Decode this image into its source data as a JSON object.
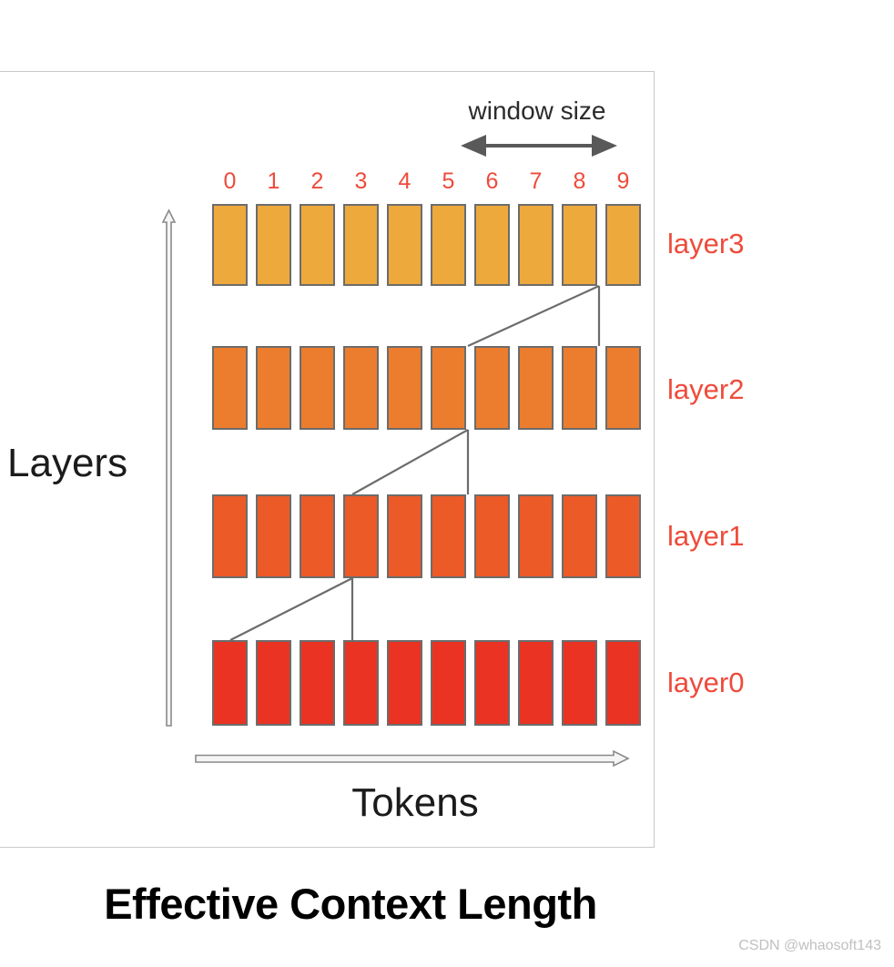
{
  "title": "Effective Context Length",
  "watermark": "CSDN @whaosoft143",
  "axes": {
    "y_caption": "Layers",
    "x_caption": "Tokens",
    "y_arrow_icon": "up-arrow-icon",
    "x_arrow_icon": "right-arrow-icon"
  },
  "annotation": {
    "window_label": "window size",
    "window_arrow_icon": "double-headed-arrow-icon",
    "window_start_token": 6,
    "window_end_token": 9,
    "window_size": 4
  },
  "tokens": [
    "0",
    "1",
    "2",
    "3",
    "4",
    "5",
    "6",
    "7",
    "8",
    "9"
  ],
  "layers": [
    {
      "id": "layer3",
      "label": "layer3",
      "color": "#EDA93C",
      "border": "#6c6c6c",
      "cells": 10
    },
    {
      "id": "layer2",
      "label": "layer2",
      "color": "#EC7D2E",
      "border": "#6c6c6c",
      "cells": 10
    },
    {
      "id": "layer1",
      "label": "layer1",
      "color": "#EC5A28",
      "border": "#6c6c6c",
      "cells": 10
    },
    {
      "id": "layer0",
      "label": "layer0",
      "color": "#EA3323",
      "border": "#6c6c6c",
      "cells": 10
    }
  ],
  "colors": {
    "label_red": "#EE4B3B",
    "panel_border": "#c9c9cd",
    "connector": "#6c6c6c",
    "arrow_outline": "#7a7a7a",
    "arrow_fill": "#f2f2f2",
    "window_arrow": "#595959",
    "text_dark": "#1b1b1b",
    "watermark": "#c0c0c0"
  },
  "chart_data": {
    "type": "diagram",
    "title": "Effective Context Length",
    "description": "Sliding-window attention receptive field growing across stacked layers",
    "xlabel": "Tokens",
    "ylabel": "Layers",
    "categories": [
      "0",
      "1",
      "2",
      "3",
      "4",
      "5",
      "6",
      "7",
      "8",
      "9"
    ],
    "series": [
      {
        "name": "layer0",
        "values": [
          1,
          1,
          1,
          1,
          1,
          1,
          1,
          1,
          1,
          1
        ],
        "color": "#EA3323"
      },
      {
        "name": "layer1",
        "values": [
          1,
          1,
          1,
          1,
          1,
          1,
          1,
          1,
          1,
          1
        ],
        "color": "#EC5A28"
      },
      {
        "name": "layer2",
        "values": [
          1,
          1,
          1,
          1,
          1,
          1,
          1,
          1,
          1,
          1
        ],
        "color": "#EC7D2E"
      },
      {
        "name": "layer3",
        "values": [
          1,
          1,
          1,
          1,
          1,
          1,
          1,
          1,
          1,
          1
        ],
        "color": "#EDA93C"
      }
    ],
    "window_size": 4,
    "receptive_field_path": [
      {
        "from_layer": "layer3",
        "from_token": 9,
        "to_layer": "layer2",
        "to_tokens": [
          6,
          9
        ]
      },
      {
        "from_layer": "layer2",
        "from_token": 6,
        "to_layer": "layer1",
        "to_tokens": [
          3,
          6
        ]
      },
      {
        "from_layer": "layer1",
        "from_token": 3,
        "to_layer": "layer0",
        "to_tokens": [
          0,
          3
        ]
      }
    ],
    "legend": "none",
    "grid": false
  }
}
